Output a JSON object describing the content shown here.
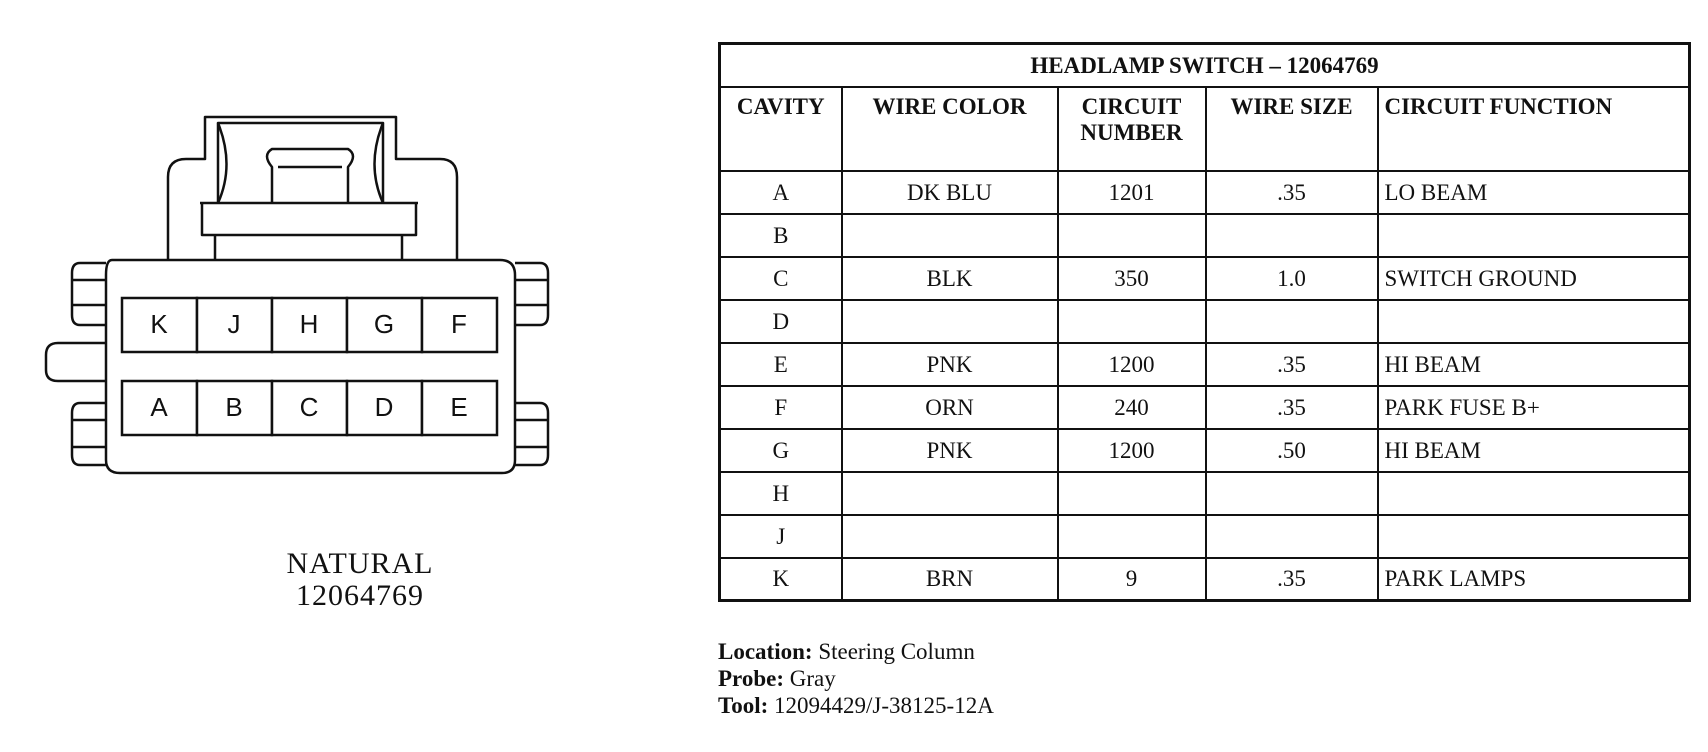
{
  "connector": {
    "color_name": "NATURAL",
    "part_number": "12064769",
    "top_row": [
      "K",
      "J",
      "H",
      "G",
      "F"
    ],
    "bottom_row": [
      "A",
      "B",
      "C",
      "D",
      "E"
    ]
  },
  "table": {
    "title": "HEADLAMP SWITCH – 12064769",
    "headers": {
      "cavity": "CAVITY",
      "wire_color": "WIRE COLOR",
      "circuit_number": "CIRCUIT NUMBER",
      "wire_size": "WIRE SIZE",
      "circuit_function": "CIRCUIT FUNCTION"
    },
    "rows": [
      {
        "cavity": "A",
        "wire_color": "DK BLU",
        "circuit_number": "1201",
        "wire_size": ".35",
        "circuit_function": "LO BEAM"
      },
      {
        "cavity": "B",
        "wire_color": "",
        "circuit_number": "",
        "wire_size": "",
        "circuit_function": ""
      },
      {
        "cavity": "C",
        "wire_color": "BLK",
        "circuit_number": "350",
        "wire_size": "1.0",
        "circuit_function": "SWITCH GROUND"
      },
      {
        "cavity": "D",
        "wire_color": "",
        "circuit_number": "",
        "wire_size": "",
        "circuit_function": ""
      },
      {
        "cavity": "E",
        "wire_color": "PNK",
        "circuit_number": "1200",
        "wire_size": ".35",
        "circuit_function": "HI BEAM"
      },
      {
        "cavity": "F",
        "wire_color": "ORN",
        "circuit_number": "240",
        "wire_size": ".35",
        "circuit_function": "PARK FUSE B+"
      },
      {
        "cavity": "G",
        "wire_color": "PNK",
        "circuit_number": "1200",
        "wire_size": ".50",
        "circuit_function": "HI BEAM"
      },
      {
        "cavity": "H",
        "wire_color": "",
        "circuit_number": "",
        "wire_size": "",
        "circuit_function": ""
      },
      {
        "cavity": "J",
        "wire_color": "",
        "circuit_number": "",
        "wire_size": "",
        "circuit_function": ""
      },
      {
        "cavity": "K",
        "wire_color": "BRN",
        "circuit_number": "9",
        "wire_size": ".35",
        "circuit_function": "PARK LAMPS"
      }
    ]
  },
  "notes": {
    "location_label": "Location:",
    "location_value": "Steering Column",
    "probe_label": "Probe:",
    "probe_value": "Gray",
    "tool_label": "Tool:",
    "tool_value": "12094429/J-38125-12A"
  }
}
